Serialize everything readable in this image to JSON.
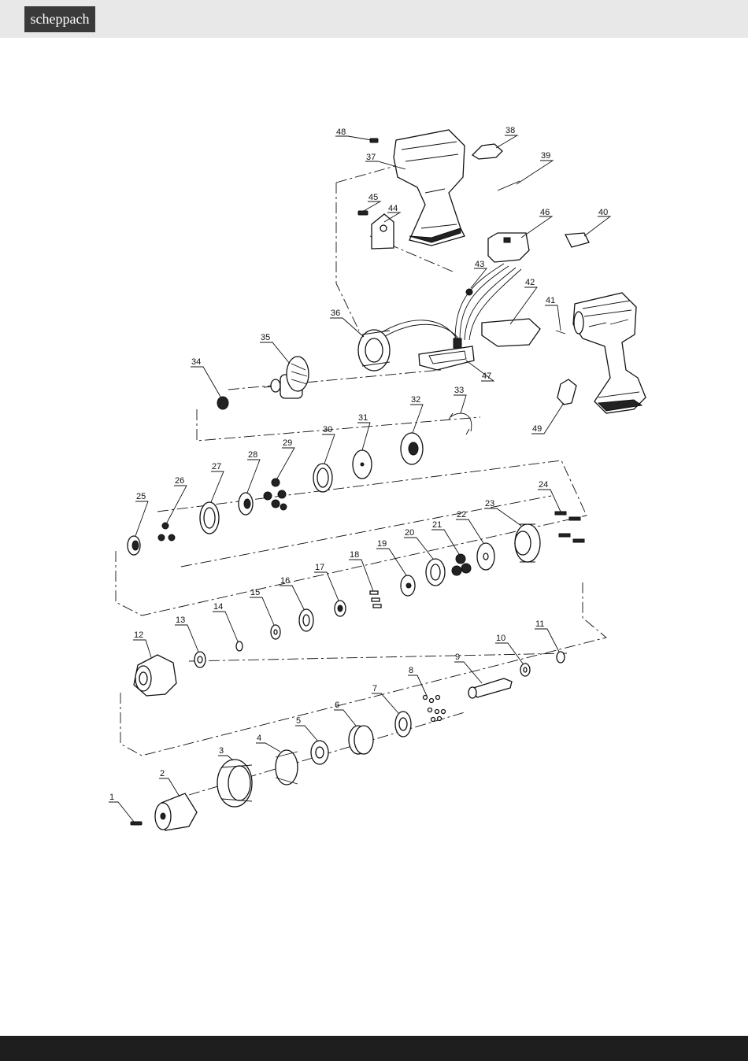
{
  "header": {
    "logo_text": "scheppach"
  },
  "diagram": {
    "part_numbers": [
      "1",
      "2",
      "3",
      "4",
      "5",
      "6",
      "7",
      "8",
      "9",
      "10",
      "11",
      "12",
      "13",
      "14",
      "15",
      "16",
      "17",
      "18",
      "19",
      "20",
      "21",
      "22",
      "23",
      "24",
      "25",
      "26",
      "27",
      "28",
      "29",
      "30",
      "31",
      "32",
      "33",
      "34",
      "35",
      "36",
      "37",
      "38",
      "39",
      "40",
      "41",
      "42",
      "43",
      "44",
      "45",
      "46",
      "47",
      "48",
      "49"
    ]
  }
}
